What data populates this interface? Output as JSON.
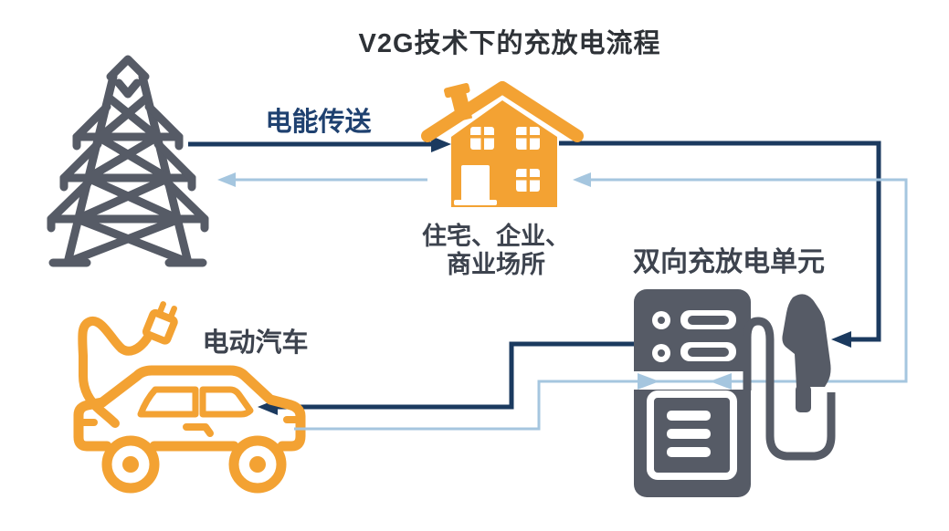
{
  "title": "V2G技术下的充放电流程",
  "labels": {
    "transfer": "电能传送",
    "house_line1": "住宅、企业、",
    "house_line2": "商业场所",
    "charger": "双向充放电单元",
    "car": "电动汽车"
  },
  "nodes": [
    {
      "id": "power-grid",
      "icon": "transmission-tower-icon",
      "label": ""
    },
    {
      "id": "building",
      "icon": "house-icon",
      "label": "住宅、企业、商业场所"
    },
    {
      "id": "charging-unit",
      "icon": "ev-charger-icon",
      "label": "双向充放电单元"
    },
    {
      "id": "electric-vehicle",
      "icon": "electric-car-icon",
      "label": "电动汽车"
    }
  ],
  "flows": [
    {
      "name": "grid-to-building",
      "type": "charge",
      "label": "电能传送"
    },
    {
      "name": "building-to-charging-unit",
      "type": "charge",
      "label": ""
    },
    {
      "name": "charging-unit-to-car",
      "type": "charge",
      "label": ""
    },
    {
      "name": "building-to-grid",
      "type": "discharge",
      "label": ""
    },
    {
      "name": "car-to-building-via-charging-unit",
      "type": "discharge",
      "label": ""
    }
  ],
  "colors": {
    "charge_flow": "#1b3a5f",
    "discharge_flow": "#a5c6df",
    "orange_icon": "#f3a233",
    "gray_icon": "#565b66",
    "title_text": "#2e3237",
    "node_label_text": "#3d434e",
    "transfer_label_text": "#1f4170",
    "background": "#ffffff"
  }
}
